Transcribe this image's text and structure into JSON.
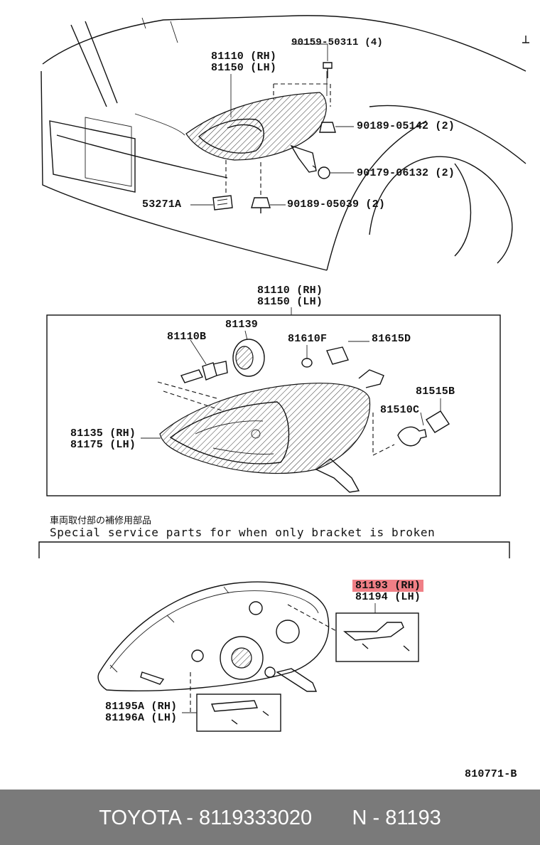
{
  "upper_section": {
    "headlamp_rh": "81110 (RH)",
    "headlamp_lh": "81150 (LH)",
    "bolt": "90159-50311 (4)",
    "clip_a": "90189-05142 (2)",
    "nut": "90179-06132 (2)",
    "clip_b": "90189-05039 (2)",
    "connector": "53271A"
  },
  "assembly_section": {
    "assembly_rh": "81110 (RH)",
    "assembly_lh": "81150 (LH)",
    "bulb_b": "81110B",
    "socket_cover": "81139",
    "bulb_f": "81610F",
    "socket_d": "81615D",
    "socket_b": "81515B",
    "bulb_c": "81510C",
    "unit_rh": "81135 (RH)",
    "unit_lh": "81175 (LH)"
  },
  "service_section": {
    "note_jp": "車両取付部の補修用部品",
    "note_en": "Special service parts for when only bracket is broken",
    "bracket_rh": "81193 (RH)",
    "bracket_lh": "81194 (LH)",
    "stay_rh": "81195A (RH)",
    "stay_lh": "81196A (LH)"
  },
  "figure_code": "810771-B",
  "footer": {
    "text": "TOYOTA - 8119333020       N - 81193"
  },
  "colors": {
    "highlight": "#f07f86",
    "footer_bg": "#7a7a7a",
    "footer_text": "#ffffff"
  }
}
